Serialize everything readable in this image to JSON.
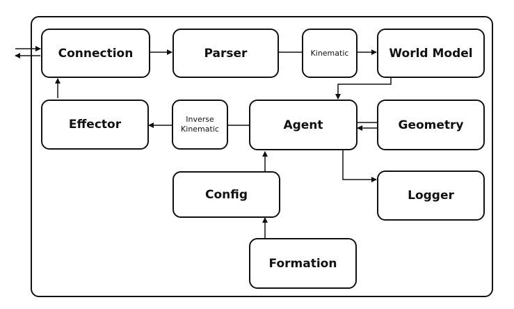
{
  "diagram": {
    "nodes": {
      "connection": "Connection",
      "parser": "Parser",
      "kinematic": "Kinematic",
      "world_model": "World Model",
      "effector": "Effector",
      "inverse_kinematic": "Inverse\nKinematic",
      "agent": "Agent",
      "geometry": "Geometry",
      "config": "Config",
      "logger": "Logger",
      "formation": "Formation"
    },
    "colors": {
      "stroke": "#111111",
      "fill": "#ffffff"
    }
  }
}
